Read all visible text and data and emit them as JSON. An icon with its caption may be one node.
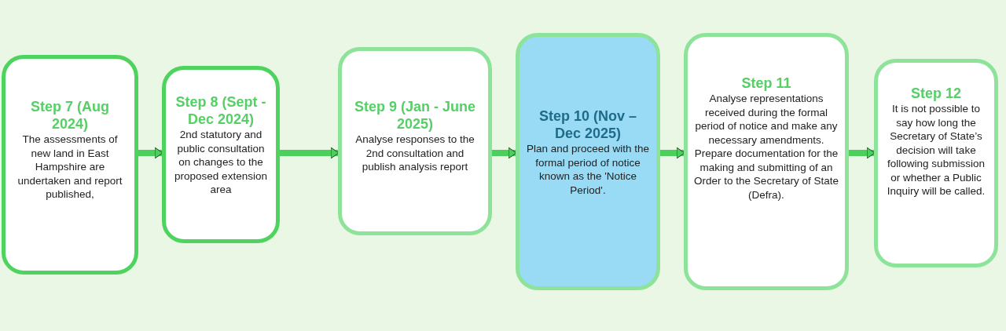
{
  "diagram": {
    "nodes": [
      {
        "text": [
          "Step 7 (Aug 2024)",
          "The assessments of new land in East Hampshire are undertaken and report published,"
        ]
      },
      {
        "text": [
          "Step 8 (Sept -Dec 2024)",
          "2nd statutory and public consultation on changes to the proposed extension area"
        ]
      },
      {
        "text": [
          "Step 9  (Jan - June 2025)",
          "Analyse responses to the 2nd consultation and publish analysis report"
        ]
      },
      {
        "text": [
          "Step 10 (Nov – Dec 2025)",
          "Plan and proceed with the formal period of notice known as the 'Notice Period'."
        ]
      },
      {
        "text": [
          "Step 11",
          "Analyse representations received during the formal period of notice and make any necessary amendments.  Prepare documentation for the making and submitting of an Order to the Secretary of State (Defra)."
        ]
      },
      {
        "text": [
          "Step 12",
          "It is not possible to say how long the Secretary of State’s decision will take following submission or whether a Public Inquiry will be called."
        ]
      }
    ],
    "edges": [
      {
        "from": 0,
        "to": 1,
        "arrow": "to"
      },
      {
        "from": 1,
        "to": 2,
        "arrow": "to"
      },
      {
        "from": 2,
        "to": 3,
        "arrow": "to"
      },
      {
        "from": 3,
        "to": 4,
        "arrow": "to"
      },
      {
        "from": 4,
        "to": 5,
        "arrow": "to"
      }
    ]
  }
}
